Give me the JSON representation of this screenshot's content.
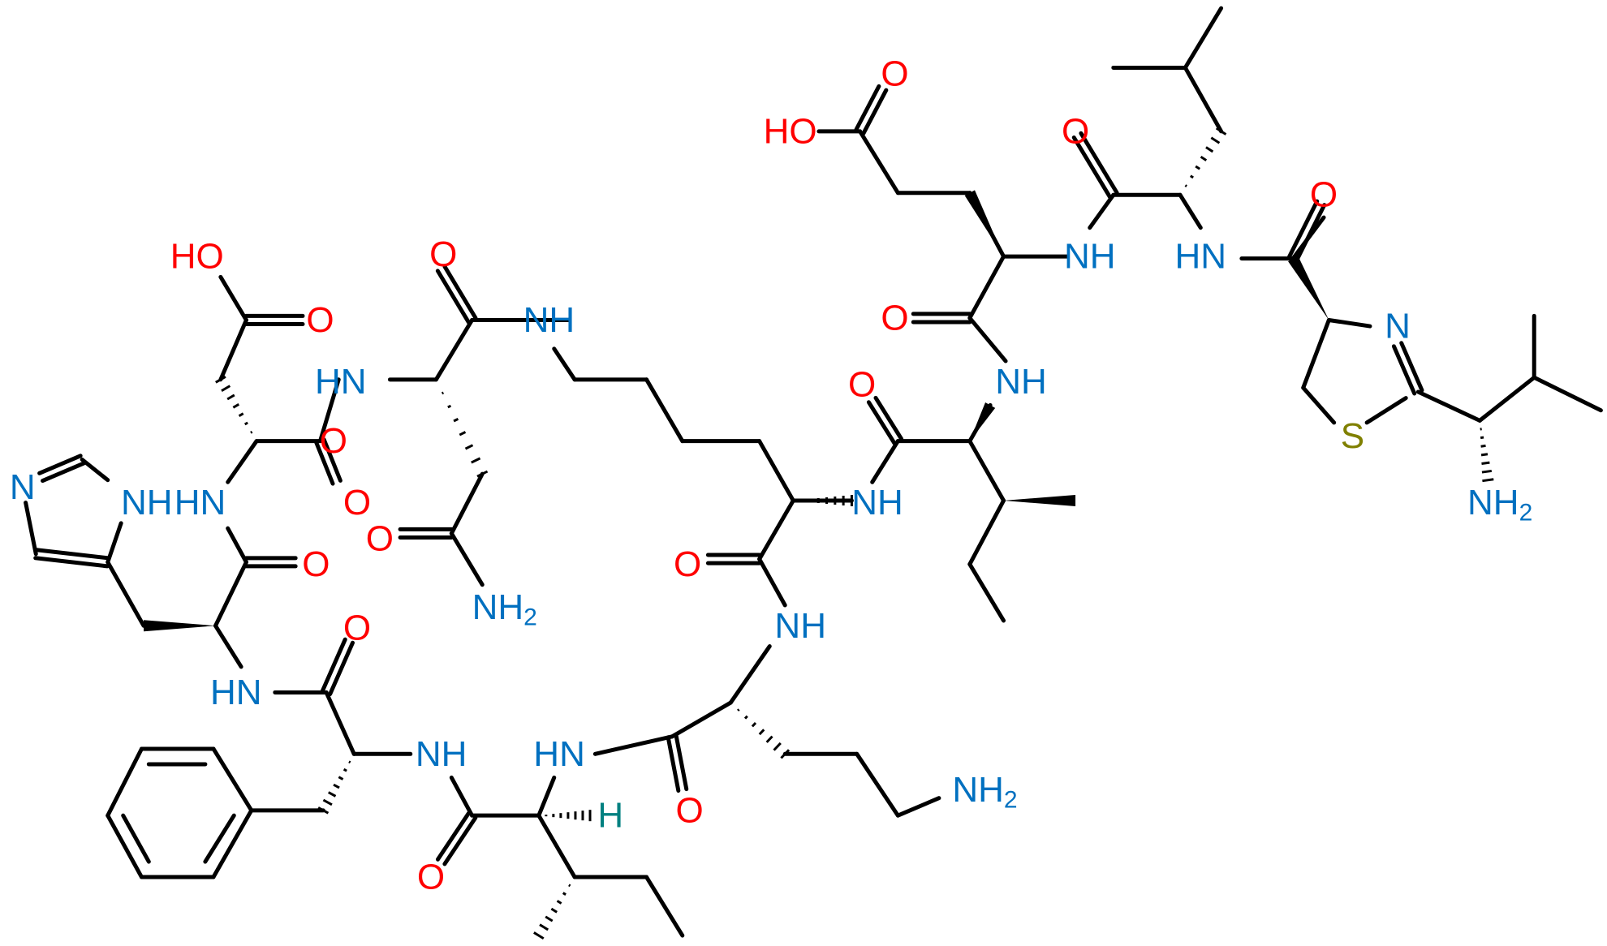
{
  "colors": {
    "bond": "#000000",
    "O": "#ff0000",
    "N": "#0070c0",
    "S": "#808000",
    "H": "#008080"
  },
  "labels": {
    "O": "O",
    "OH": "OH",
    "HO": "HO",
    "NH": "NH",
    "HN": "HN",
    "NH2_main": "NH",
    "NH2_sub": "2",
    "N": "N",
    "S": "S",
    "H": "H"
  }
}
